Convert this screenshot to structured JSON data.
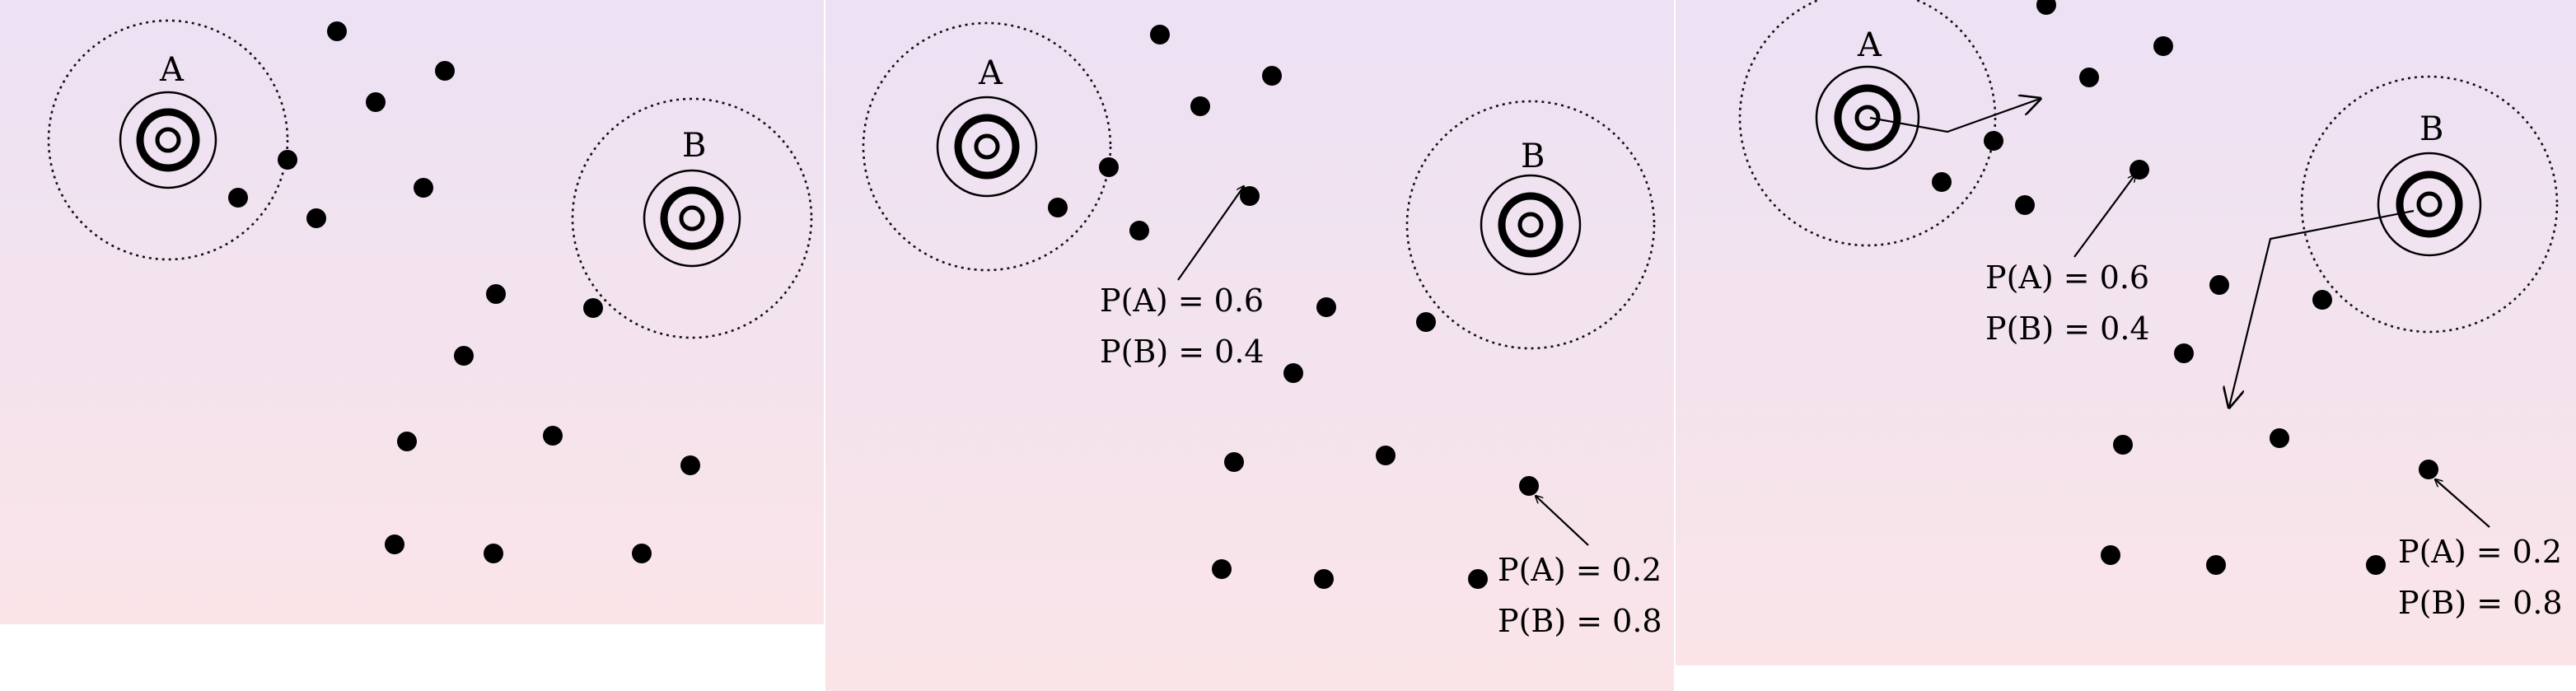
{
  "panels": [
    {
      "id": "panel-1",
      "cluster_labels": [
        "A",
        "B"
      ],
      "annotations": []
    },
    {
      "id": "panel-2",
      "cluster_labels": [
        "A",
        "B"
      ],
      "annotations": [
        {
          "pa": "P(A) = 0.6",
          "pb": "P(B) = 0.4"
        },
        {
          "pa": "P(A) = 0.2",
          "pb": "P(B) = 0.8"
        }
      ]
    },
    {
      "id": "panel-3",
      "cluster_labels": [
        "A",
        "B"
      ],
      "annotations": [
        {
          "pa": "P(A) = 0.6",
          "pb": "P(B) = 0.4"
        },
        {
          "pa": "P(A) = 0.2",
          "pb": "P(B) = 0.8"
        }
      ]
    }
  ],
  "colors": {
    "panel_gradient_top": "#ece2f4",
    "panel_gradient_bottom": "#fae4e8",
    "marks": "#000000"
  }
}
